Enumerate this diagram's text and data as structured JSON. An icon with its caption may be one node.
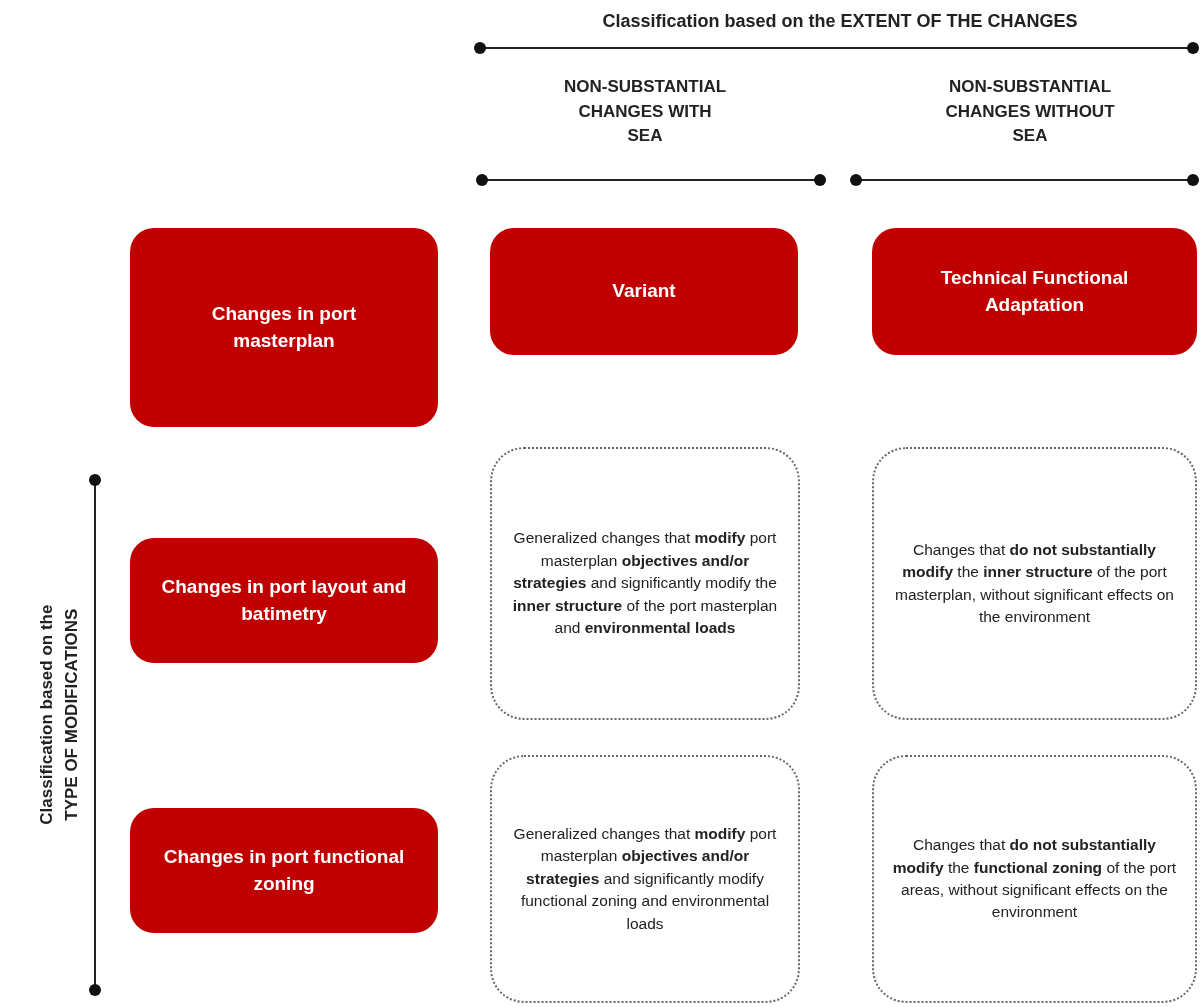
{
  "diagram": {
    "nodes": [
      {
        "text": [
          "Changes in port masterplan"
        ]
      },
      {
        "text": [
          "Variant"
        ]
      },
      {
        "text": [
          "Technical Functional Adaptation"
        ]
      },
      {
        "text": [
          "Changes in port layout and batimetry"
        ]
      },
      {
        "text": [
          "Generalized changes that **modify** port masterplan **objectives and/or strategies** and significantly modify the **inner structure** of the port masterplan and **environmental loads**"
        ]
      },
      {
        "text": [
          "Changes that **do not substantially modify** the **inner structure** of the port masterplan, without significant effects on the environment"
        ]
      },
      {
        "text": [
          "Changes in port functional zoning"
        ]
      },
      {
        "text": [
          "Generalized changes that **modify** port masterplan **objectives and/or strategies** and significantly modify functional zoning and environmental loads"
        ]
      },
      {
        "text": [
          "Changes that **do not substantially modify** the **functional zoning** of the port areas, without significant effects on the environment"
        ]
      }
    ],
    "labels": [
      "Classification based on the EXTENT OF THE CHANGES",
      "NON-SUBSTANTIAL CHANGES WITH SEA",
      "NON-SUBSTANTIAL CHANGES WITHOUT SEA",
      "Classification based on the TYPE OF MODIFICATIONS"
    ]
  }
}
